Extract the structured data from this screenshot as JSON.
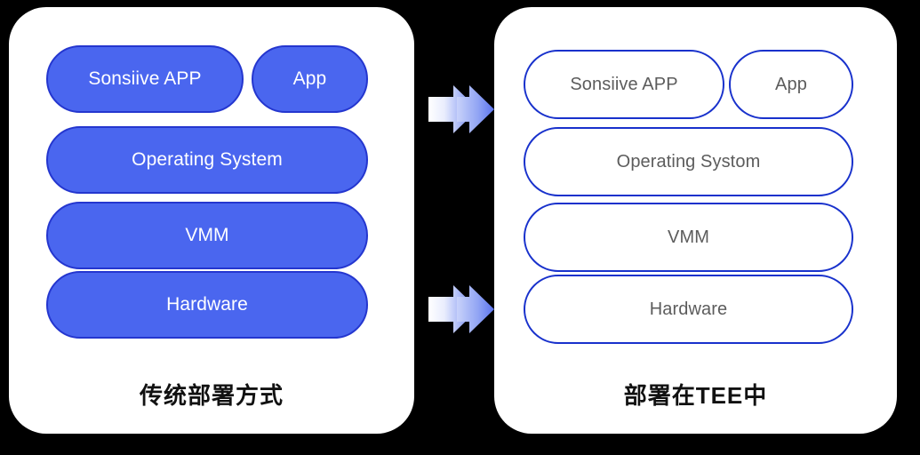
{
  "diagram": {
    "title_semantic": "tee-deployment-comparison",
    "background_color": "#000000",
    "panels": [
      {
        "id": "traditional",
        "style": "filled",
        "caption": "传统部署方式",
        "card_color": "#ffffff",
        "pill_fill": "#4a66ef",
        "pill_border": "#2436cf",
        "pill_text_color": "#ffffff",
        "rows": [
          {
            "type": "split",
            "items": [
              {
                "label": "Sonsiive APP"
              },
              {
                "label": "App"
              }
            ]
          },
          {
            "type": "full",
            "label": "Operating System"
          },
          {
            "type": "full",
            "label": "VMM"
          },
          {
            "type": "full",
            "label": "Hardware"
          }
        ]
      },
      {
        "id": "tee",
        "style": "outline",
        "caption": "部署在TEE中",
        "card_color": "#ffffff",
        "pill_fill": "#ffffff",
        "pill_border": "#1831cc",
        "pill_text_color": "#5c5c5c",
        "rows": [
          {
            "type": "split",
            "items": [
              {
                "label": "Sonsiive APP"
              },
              {
                "label": "App"
              }
            ]
          },
          {
            "type": "full",
            "label": "Operating Systom"
          },
          {
            "type": "full",
            "label": "VMM"
          },
          {
            "type": "full",
            "label": "Hardware"
          }
        ]
      }
    ],
    "arrows": [
      {
        "id": "arrow-top",
        "icon": "double-chevron-right-arrow-icon",
        "direction": "right",
        "gradient_from": "#fefeff",
        "gradient_to": "#5c74ee"
      },
      {
        "id": "arrow-bottom",
        "icon": "double-chevron-right-arrow-icon",
        "direction": "right",
        "gradient_from": "#fefeff",
        "gradient_to": "#5c74ee"
      }
    ]
  }
}
